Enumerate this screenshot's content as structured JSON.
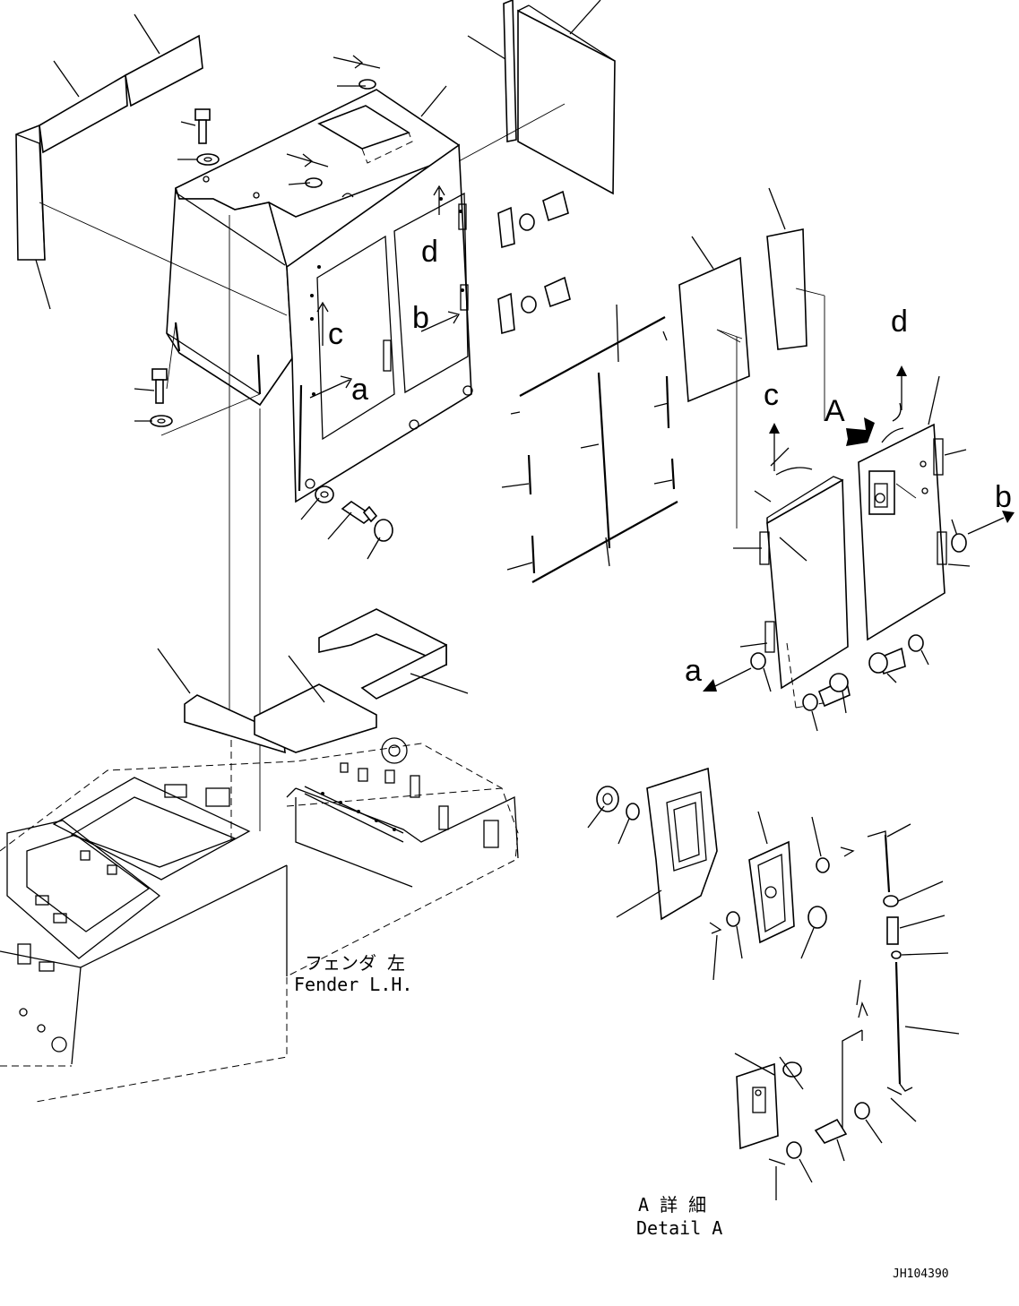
{
  "labels": {
    "fender_jp": "フェンダ 左",
    "fender_en": "Fender L.H.",
    "detail_jp": "A 詳 細",
    "detail_en": "Detail A",
    "view_a": "A",
    "drawing_number": "JH104390"
  },
  "arrows": {
    "a": "a",
    "b": "b",
    "c": "c",
    "d": "d"
  }
}
